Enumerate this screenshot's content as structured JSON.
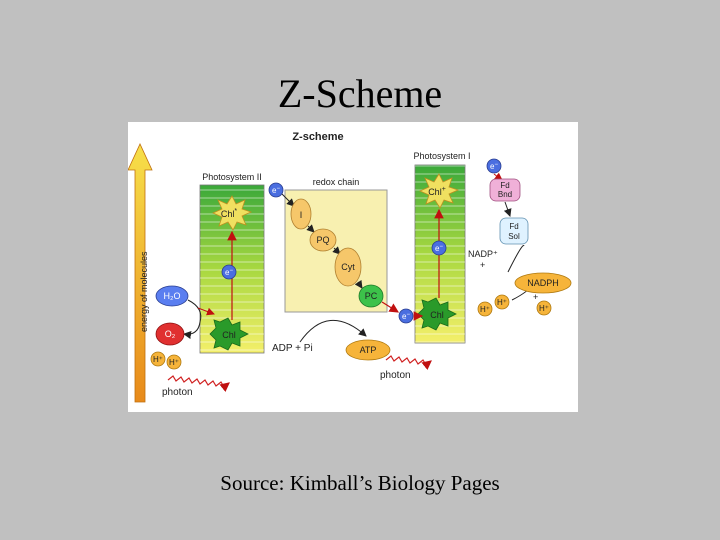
{
  "slide": {
    "title": "Z-Scheme",
    "caption": "Source: Kimball’s Biology Pages"
  },
  "diagram": {
    "title": "Z-scheme",
    "axis_label": "energy of molecules",
    "ps2_label": "Photosystem II",
    "ps1_label": "Photosystem I",
    "redox_label": "redox chain",
    "chl_star": "Chl",
    "chl_plus": "Chl",
    "chl": "Chl",
    "sup_star": "*",
    "sup_plus": "+",
    "electron": "e",
    "electron_minus": "−",
    "carrier_i": "I",
    "carrier_pq": "PQ",
    "carrier_cyt": "Cyt",
    "carrier_pc": "PC",
    "fd_bnd_1": "Fd",
    "fd_bnd_2": "Bnd",
    "fd_sol_1": "Fd",
    "fd_sol_2": "Sol",
    "water": "H₂O",
    "oxygen": "O₂",
    "h_plus": "H⁺",
    "nadp_plus": "NADP⁺",
    "plus": "+",
    "nadph": "NADPH",
    "adp_pi": "ADP + Pi",
    "atp": "ATP",
    "photon": "photon",
    "colors": {
      "arrow_yellow": "#f7e04a",
      "arrow_orange": "#e88a1a",
      "column_green": "#3aa83a",
      "column_yellow": "#f4ef6a",
      "redox_box": "#f8f0b0",
      "electron_blue": "#4a6ee0",
      "carrier_yellow": "#f6c76a",
      "carrier_green": "#3cc24a",
      "oxygen_red": "#e03030",
      "photon_red": "#d02020"
    }
  }
}
